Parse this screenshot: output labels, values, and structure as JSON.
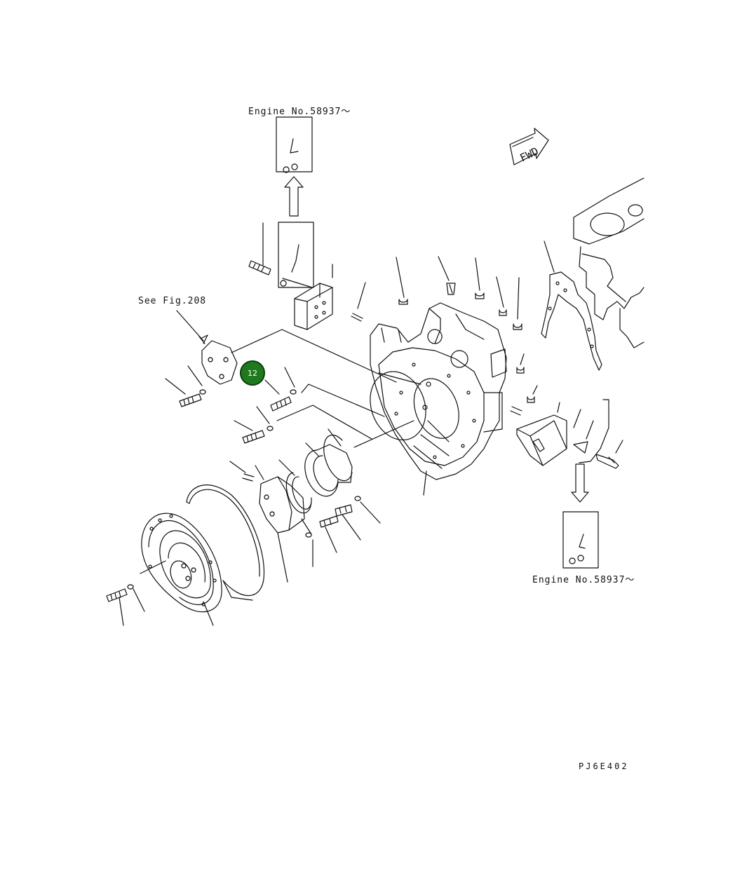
{
  "labels": {
    "engine_top": "Engine No.58937〜",
    "engine_bottom": "Engine No.58937〜",
    "see_fig": "See Fig.208",
    "fwd": "FWD",
    "drawing_code": "PJ6E402"
  },
  "callout": {
    "number": "12",
    "color": "#1f7a1f"
  },
  "colors": {
    "line": "#111111",
    "background": "#ffffff"
  }
}
